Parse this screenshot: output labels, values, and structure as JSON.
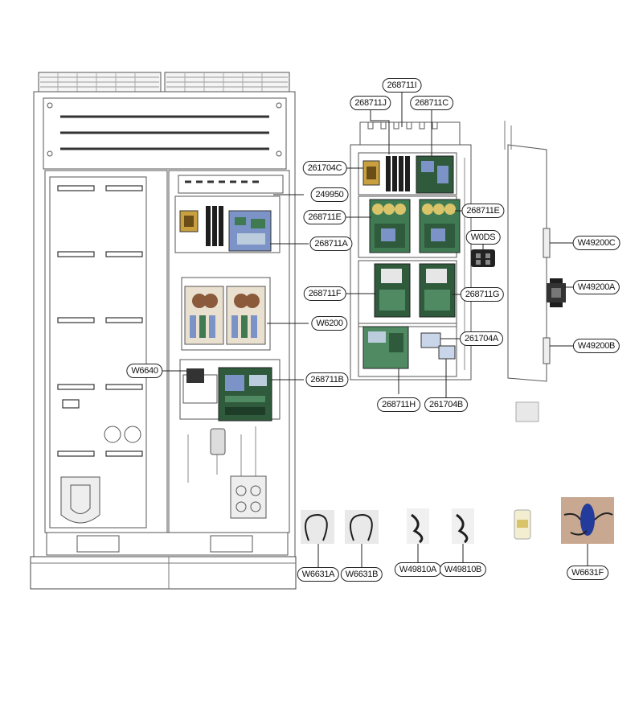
{
  "callouts": {
    "c249950": "249950",
    "c268711A": "268711A",
    "c268711B": "268711B",
    "c268711C": "268711C",
    "c268711E_left": "268711E",
    "c268711E_right": "268711E",
    "c268711F": "268711F",
    "c268711G": "268711G",
    "c268711H": "268711H",
    "c268711I": "268711I",
    "c268711J": "268711J",
    "c261704A": "261704A",
    "c261704B": "261704B",
    "c261704C": "261704C",
    "cW0DS": "W0DS",
    "cW49200A": "W49200A",
    "cW49200B": "W49200B",
    "cW49200C": "W49200C",
    "cW6200": "W6200",
    "cW6640": "W6640",
    "cW6631A": "W6631A",
    "cW6631B": "W6631B",
    "cW6631F": "W6631F",
    "cW49810A": "W49810A",
    "cW49810B": "W49810B"
  },
  "colors": {
    "line": "#222222",
    "panel_line": "#555555",
    "board_green": "#3f7a52",
    "board_blue": "#7c93c8",
    "board_dark": "#2f5a3c",
    "cap_yellow": "#d9c46a",
    "cap_brown": "#8a5a3a",
    "transformer": "#c8a040",
    "cable_black": "#1e1e1e"
  }
}
